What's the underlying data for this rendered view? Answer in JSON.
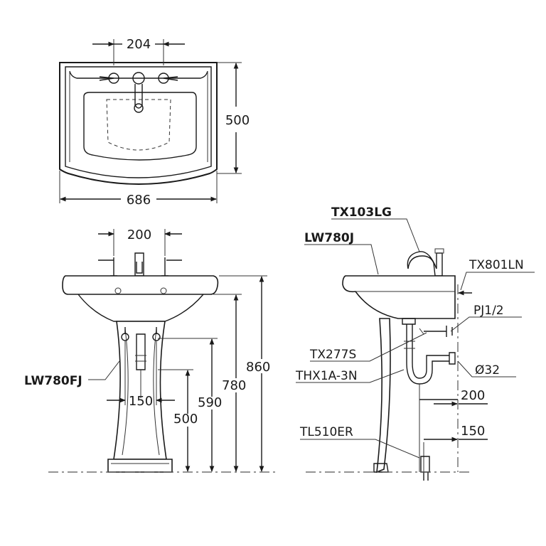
{
  "top_view": {
    "faucet_spacing": "204",
    "depth": "500",
    "width": "686"
  },
  "front_view": {
    "faucet_spacing": "200",
    "pedestal_model": "LW780FJ",
    "drain_spacing": "150",
    "dim_500": "500",
    "dim_590": "590",
    "dim_780": "780",
    "dim_860": "860"
  },
  "side_view": {
    "faucet_model": "TX103LG",
    "basin_model": "LW780J",
    "supply_model": "TX801LN",
    "pipe_thread": "PJ1/2",
    "trap_model": "TX277S",
    "drain_model": "THX1A-3N",
    "drain_diameter": "Ø32",
    "dim_200": "200",
    "dim_150": "150",
    "floor_flange_model": "TL510ER"
  }
}
